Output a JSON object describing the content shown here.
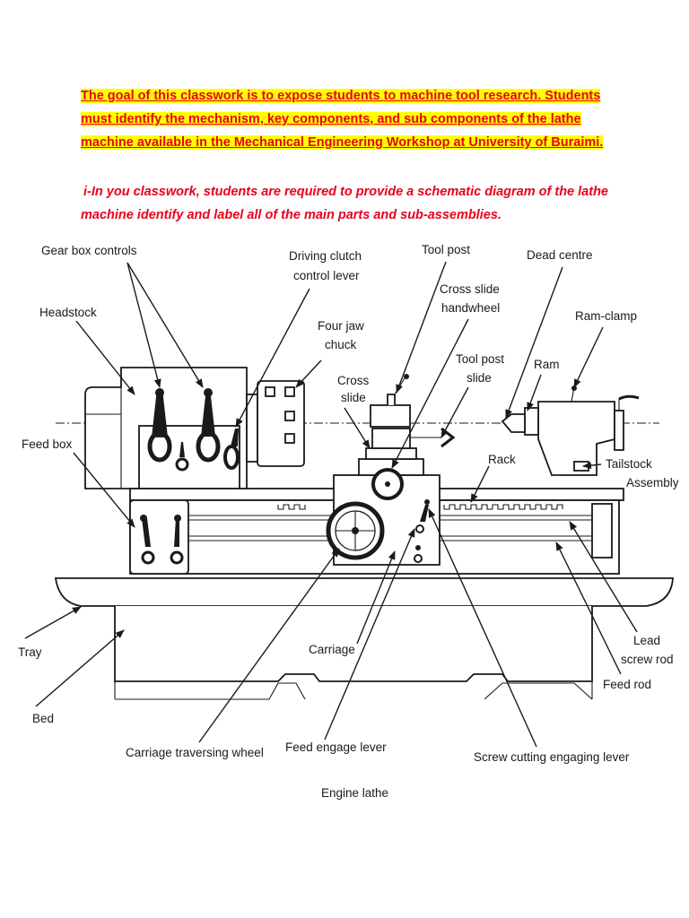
{
  "intro": {
    "goal_text": "The goal of this classwork is to expose students to machine tool research. Students must identify the mechanism, key components, and sub components of the lathe machine available in the Mechanical Engineering Workshop at University of Buraimi.",
    "task_text": "i-In you classwork, students are required to provide a schematic diagram of the lathe machine identify and label all of the main parts and sub-assemblies."
  },
  "diagram": {
    "caption": "Engine lathe",
    "labels": {
      "gear_box_controls": "Gear box controls",
      "headstock": "Headstock",
      "driving_clutch_1": "Driving clutch",
      "driving_clutch_2": "control lever",
      "four_jaw_1": "Four jaw",
      "four_jaw_2": "chuck",
      "tool_post": "Tool post",
      "cross_slide_hw_1": "Cross slide",
      "cross_slide_hw_2": "handwheel",
      "dead_centre": "Dead centre",
      "ram_clamp": "Ram-clamp",
      "ram": "Ram",
      "cross_slide_1": "Cross",
      "cross_slide_2": "slide",
      "tool_post_slide_1": "Tool post",
      "tool_post_slide_2": "slide",
      "feed_box": "Feed box",
      "rack": "Rack",
      "tailstock_1": "Tailstock",
      "tailstock_2": "Assembly",
      "tray": "Tray",
      "carriage": "Carriage",
      "lead_screw_1": "Lead",
      "lead_screw_2": "screw rod",
      "feed_rod": "Feed rod",
      "bed": "Bed",
      "carriage_wheel": "Carriage traversing wheel",
      "feed_engage": "Feed engage lever",
      "screw_cutting": "Screw cutting engaging lever"
    }
  }
}
